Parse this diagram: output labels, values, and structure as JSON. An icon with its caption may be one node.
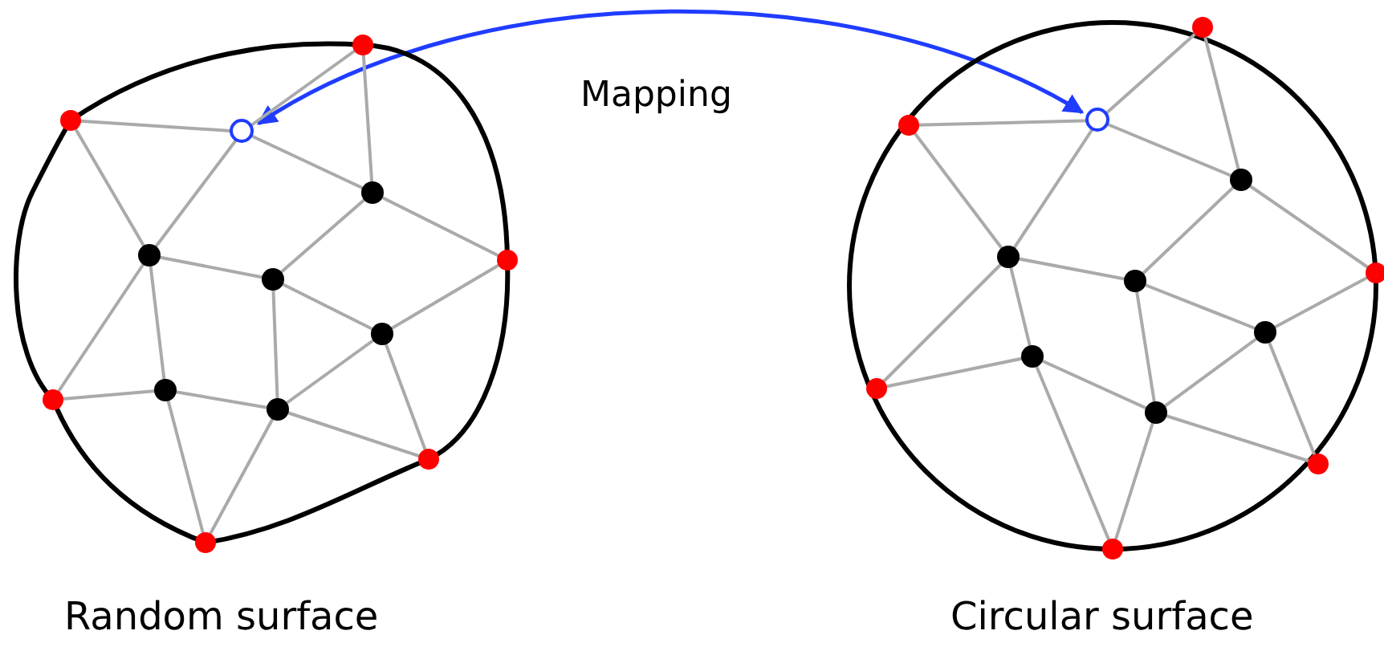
{
  "diagram": {
    "nodes": [
      {
        "text": [
          "Random surface"
        ]
      },
      {
        "text": [
          "Circular surface"
        ]
      },
      {
        "text": [],
        "shape": "circle",
        "in": 0
      },
      {
        "text": [],
        "shape": "circle",
        "in": 1
      }
    ],
    "edges": [
      {
        "from": 2,
        "to": 3,
        "arrow": "both",
        "label": "Mapping",
        "color": "#1f3cff"
      }
    ]
  }
}
